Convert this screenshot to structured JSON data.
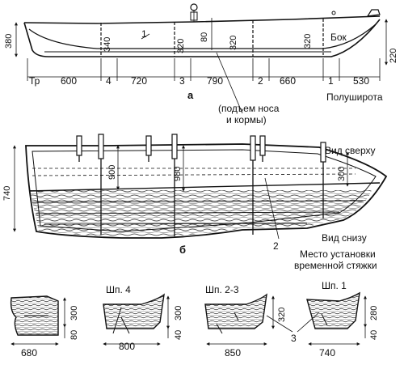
{
  "side_view": {
    "caption": "а",
    "frame_labels": [
      "Тр",
      "4",
      "3",
      "2",
      "1"
    ],
    "spacing_dims": [
      "600",
      "720",
      "790",
      "660",
      "530"
    ],
    "height_dims": {
      "left": "380",
      "right": "220",
      "d1": "340",
      "d2": "320",
      "d3": "80",
      "d4": "320",
      "d5": "320"
    },
    "part_callout": "1",
    "side_label": "Бок",
    "halfwidth_label": "Полуширота",
    "note_line1": "(подъем носа",
    "note_line2": "и кормы)"
  },
  "plan_view": {
    "caption": "б",
    "top_label": "Вид сверху",
    "bottom_label": "Вид снизу",
    "width_dims": {
      "overall": "740",
      "d1": "900",
      "d2": "980",
      "d3": "300"
    },
    "part_callout": "2",
    "install_line1": "Место установки",
    "install_line2": "временной стяжки"
  },
  "sections": [
    {
      "title": "",
      "width": "680",
      "h_upper": "300",
      "h_lower": "80"
    },
    {
      "title": "Шп. 4",
      "width": "800",
      "h_upper": "300",
      "h_lower": "40"
    },
    {
      "title": "Шп. 2-3",
      "width": "850",
      "h_upper": "320",
      "h_lower": "40"
    },
    {
      "title": "Шп. 1",
      "width": "740",
      "h_upper": "280",
      "h_lower": "40"
    }
  ],
  "sections_callout": "3"
}
